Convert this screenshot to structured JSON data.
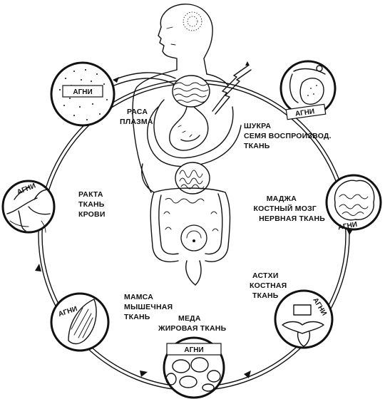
{
  "tissues": [
    {
      "id": "rasa",
      "agni": "АГНИ",
      "lines": [
        "РАСА",
        "ПЛАЗМА"
      ]
    },
    {
      "id": "rakta",
      "agni": "АГНИ",
      "lines": [
        "РАКТА",
        "ТКАНЬ",
        "КРОВИ"
      ]
    },
    {
      "id": "mamsa",
      "agni": "АГНИ",
      "lines": [
        "МАМСА",
        "МЫШЕЧНАЯ",
        "ТКАНЬ"
      ]
    },
    {
      "id": "meda",
      "agni": "АГНИ",
      "lines": [
        "МЕДА",
        "ЖИРОВАЯ ТКАНЬ"
      ]
    },
    {
      "id": "asthi",
      "agni": "АГНИ",
      "lines": [
        "АСТХИ",
        "КОСТНАЯ",
        "ТКАНЬ"
      ]
    },
    {
      "id": "majja",
      "agni": "АГНИ",
      "lines": [
        "МАДЖА",
        "КОСТНЫЙ МОЗГ",
        "НЕРВНАЯ ТКАНЬ"
      ]
    },
    {
      "id": "shukra",
      "agni": "АГНИ",
      "lines": [
        "ШУКРА",
        "СЕМЯ ВОСПРОИЗВОД.",
        "ТКАНЬ"
      ]
    }
  ]
}
